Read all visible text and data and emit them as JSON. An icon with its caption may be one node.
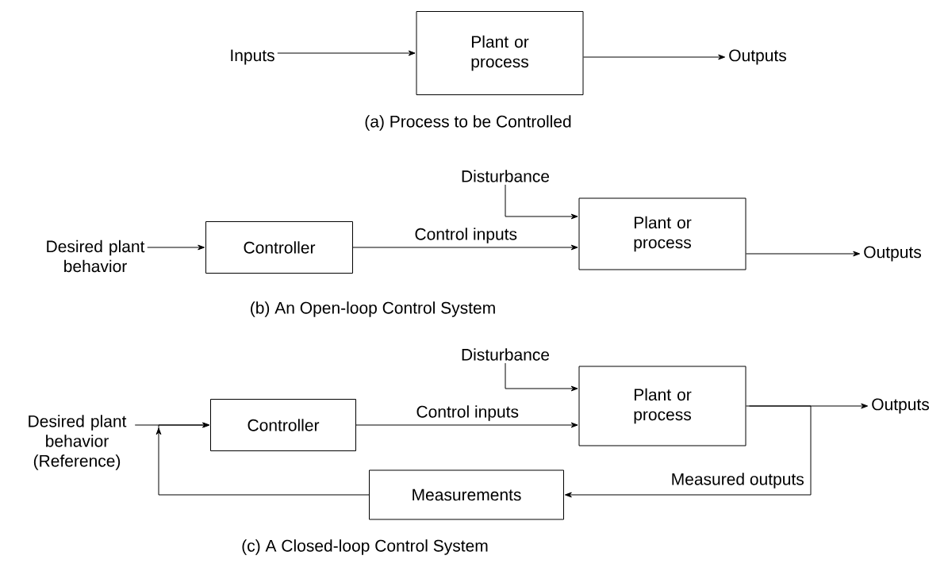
{
  "diagram": {
    "nodes": [
      {
        "text": [
          "Inputs"
        ]
      },
      {
        "text": [
          "Plant or process"
        ]
      },
      {
        "text": [
          "Outputs"
        ]
      },
      {
        "text": [
          "Desired plant behavior"
        ]
      },
      {
        "text": [
          "Controller"
        ]
      },
      {
        "text": [
          "Plant or process"
        ]
      },
      {
        "text": [
          "Outputs"
        ]
      },
      {
        "text": [
          "Disturbance"
        ]
      },
      {
        "text": [
          "Desired plant behavior (Reference)"
        ]
      },
      {
        "text": [
          "Controller"
        ]
      },
      {
        "text": [
          "Plant or process"
        ]
      },
      {
        "text": [
          "Outputs"
        ]
      },
      {
        "text": [
          "Disturbance"
        ]
      },
      {
        "text": [
          "Measurements"
        ]
      }
    ],
    "edges": [
      {
        "from": 0,
        "to": 1,
        "arrow": "to"
      },
      {
        "from": 1,
        "to": 2,
        "arrow": "to"
      },
      {
        "from": 3,
        "to": 4,
        "arrow": "to"
      },
      {
        "from": 4,
        "to": 5,
        "arrow": "to",
        "label": "Control inputs"
      },
      {
        "from": 7,
        "to": 5,
        "arrow": "to"
      },
      {
        "from": 5,
        "to": 6,
        "arrow": "to"
      },
      {
        "from": 8,
        "to": 9,
        "arrow": "to"
      },
      {
        "from": 9,
        "to": 10,
        "arrow": "to",
        "label": "Control inputs"
      },
      {
        "from": 12,
        "to": 10,
        "arrow": "to"
      },
      {
        "from": 10,
        "to": 11,
        "arrow": "to"
      },
      {
        "from": 10,
        "to": 13,
        "arrow": "to",
        "label": "Measured outputs"
      },
      {
        "from": 13,
        "to": 9,
        "arrow": "to"
      }
    ],
    "labels": [
      "(a) Process to be Controlled",
      "(b) An Open-loop Control System",
      "(c) A Closed-loop Control System"
    ]
  }
}
